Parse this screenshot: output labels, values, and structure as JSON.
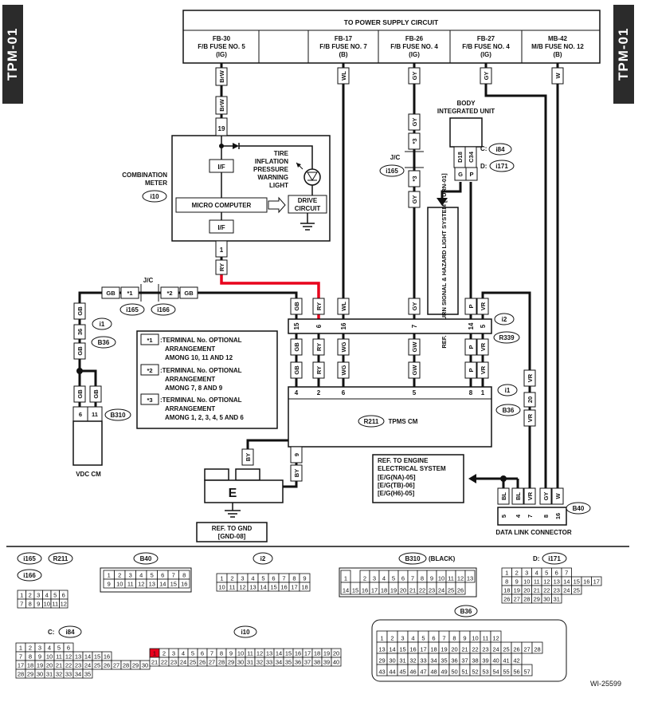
{
  "side_tabs": {
    "left": "TPM-01",
    "right": "TPM-01"
  },
  "power": {
    "title": "TO POWER SUPPLY CIRCUIT",
    "fuses": [
      {
        "id": "FB-30",
        "name": "F/B FUSE NO. 5",
        "sub": "(IG)"
      },
      {
        "id": "",
        "name": "",
        "sub": ""
      },
      {
        "id": "FB-17",
        "name": "F/B FUSE NO. 7",
        "sub": "(B)"
      },
      {
        "id": "FB-26",
        "name": "F/B FUSE NO. 4",
        "sub": "(IG)"
      },
      {
        "id": "FB-27",
        "name": "F/B FUSE NO. 4",
        "sub": "(IG)"
      },
      {
        "id": "MB-42",
        "name": "M/B FUSE NO. 12",
        "sub": "(B)"
      }
    ]
  },
  "wire_colors": {
    "BrW": "BrW",
    "WL": "WL",
    "GY": "GY",
    "W": "W",
    "RY": "RY",
    "GB": "GB",
    "P": "P",
    "VR": "VR",
    "WG": "WG",
    "GW": "GW",
    "BL": "BL",
    "BY": "BY",
    "G": "G"
  },
  "combination_meter": {
    "label_1": "COMBINATION",
    "label_2": "METER",
    "connector": "i10",
    "pin_top": "19",
    "pin_bottom": "1",
    "interface": "I/F",
    "micro": "MICRO COMPUTER",
    "drive_1": "DRIVE",
    "drive_2": "CIRCUIT",
    "lamp": [
      "TIRE",
      "INFLATION",
      "PRESSURE",
      "WARNING",
      "LIGHT"
    ]
  },
  "body_unit": {
    "label_1": "BODY",
    "label_2": "INTEGRATED UNIT",
    "conn_c": "C:",
    "conn_c_id": "i84",
    "conn_d": "D:",
    "conn_d_id": "i171",
    "pin_d": "D18",
    "pin_c": "C34"
  },
  "jc": {
    "label": "J/C",
    "i165": "i165",
    "i166": "i166",
    "star1": "*1",
    "star2": "*2",
    "star3": "*3"
  },
  "ref_turn": "REF. TO TURN SIGNAL & HAZARD LIGHT SYSTEM [TURN-01]",
  "connectors": {
    "i1": "i1",
    "B36": "B36",
    "i2": "i2",
    "R339": "R339",
    "B310": "B310",
    "R211": "R211",
    "B40": "B40"
  },
  "pins": {
    "i2": [
      "15",
      "6",
      "16",
      "7",
      "14",
      "5"
    ],
    "r211": [
      "4",
      "2",
      "6",
      "5",
      "8",
      "1"
    ],
    "i1_left": "36",
    "i1_right": "20",
    "b310": [
      "6",
      "11"
    ],
    "r211_9": "9",
    "dlc": [
      "5",
      "4",
      "7",
      "8",
      "16"
    ]
  },
  "notes": [
    {
      "key": "*1",
      "line1": ":TERMINAL No. OPTIONAL",
      "line2": "ARRANGEMENT",
      "line3": "AMONG 10, 11 AND 12"
    },
    {
      "key": "*2",
      "line1": ":TERMINAL No. OPTIONAL",
      "line2": "ARRANGEMENT",
      "line3": "AMONG 7, 8 AND 9"
    },
    {
      "key": "*3",
      "line1": ":TERMINAL No. OPTIONAL",
      "line2": "ARRANGEMENT",
      "line3": "AMONG 1, 2, 3, 4, 5 AND 6"
    }
  ],
  "tpms": "TPMS CM",
  "vdc": "VDC CM",
  "ground": {
    "symbol": "E",
    "ref_1": "REF. TO GND",
    "ref_2": "[GND-08]"
  },
  "engine_ref": {
    "line1": "REF. TO ENGINE",
    "line2": "ELECTRICAL SYSTEM",
    "lines": [
      "[E/G(NA)-05]",
      "[E/G(TB)-06]",
      "[E/G(H6)-05]"
    ]
  },
  "dlc_label": "DATA LINK CONNECTOR",
  "connector_views": {
    "i165": "i165",
    "R211": "R211",
    "i166": "i166",
    "B40": "B40",
    "i2": "i2",
    "B310": "B310",
    "black": "(BLACK)",
    "D_prefix": "D:",
    "i171": "i171",
    "C_prefix": "C:",
    "i84": "i84",
    "i10": "i10",
    "B36": "B36"
  },
  "figure_id": "WI-25599",
  "colors": {
    "highlight_wire": "#e8001c",
    "ink": "#111111",
    "tab": "#2b2b2b"
  }
}
